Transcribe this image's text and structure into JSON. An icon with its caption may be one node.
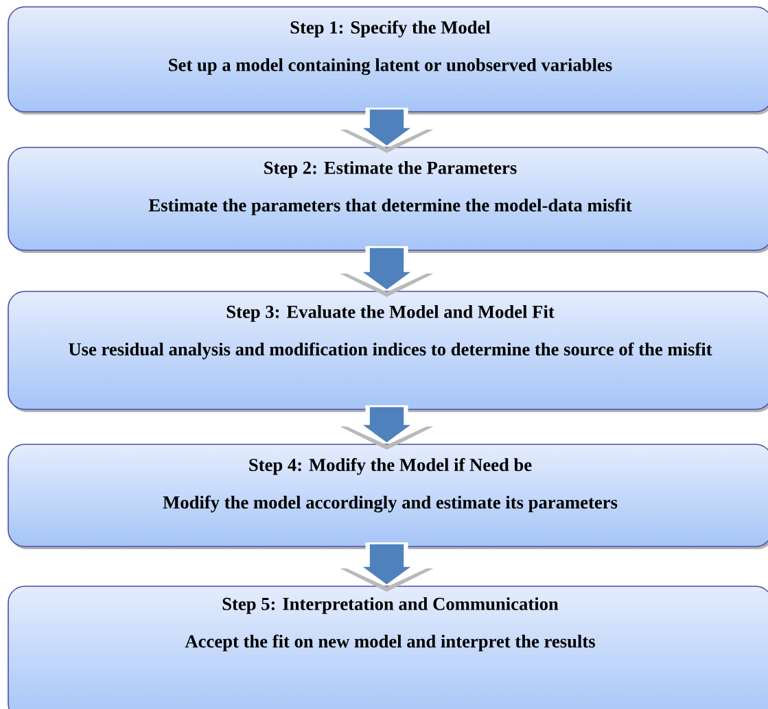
{
  "diagram": {
    "nodes": [
      {
        "text": [
          "Step 1: Specify the Model",
          "Set up a model containing latent or unobserved variables"
        ]
      },
      {
        "text": [
          "Step 2: Estimate the Parameters",
          "Estimate the parameters that determine the model-data misfit"
        ]
      },
      {
        "text": [
          "Step 3: Evaluate the Model and Model Fit",
          "Use residual analysis and modification indices to determine the source of the misfit"
        ]
      },
      {
        "text": [
          "Step 4: Modify the Model if Need be",
          "Modify the model accordingly and estimate its parameters"
        ]
      },
      {
        "text": [
          "Step 5: Interpretation and Communication",
          "Accept the fit on new model and interpret the results"
        ]
      }
    ],
    "edges": [
      {
        "from": 0,
        "to": 1,
        "arrow": "to"
      },
      {
        "from": 1,
        "to": 2,
        "arrow": "to"
      },
      {
        "from": 2,
        "to": 3,
        "arrow": "to"
      },
      {
        "from": 3,
        "to": 4,
        "arrow": "to"
      }
    ]
  }
}
